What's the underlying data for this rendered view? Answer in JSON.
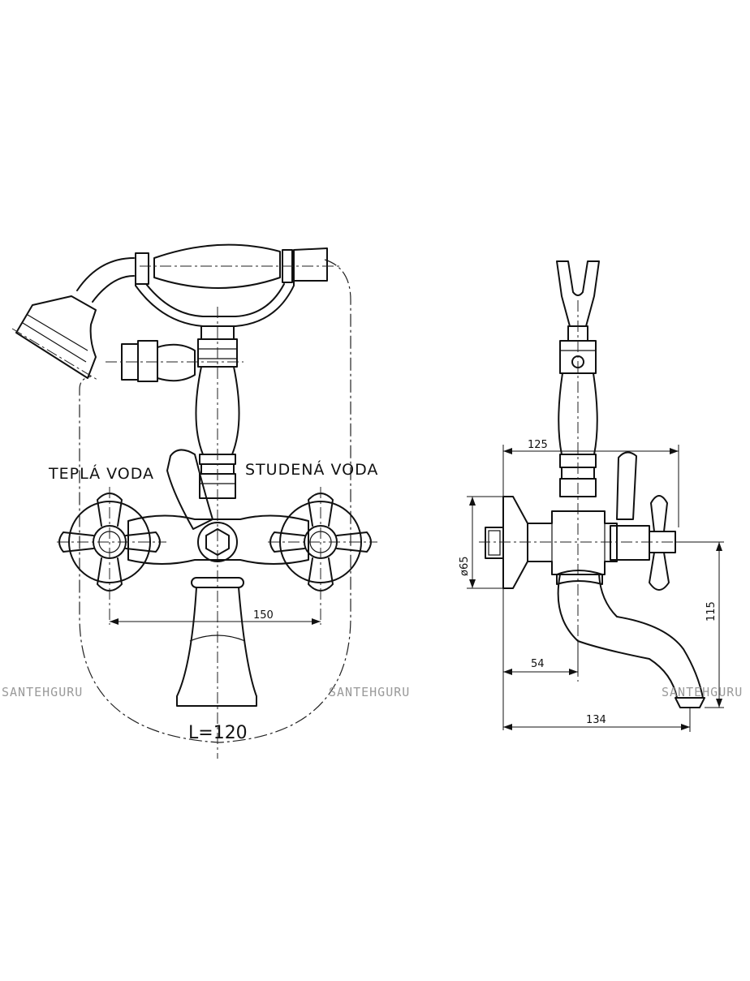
{
  "labels": {
    "hot_water": "TEPLÁ VODA",
    "cold_water": "STUDENÁ VODA",
    "length": "L=120"
  },
  "dimensions": {
    "handle_spacing": "150",
    "depth_125": "125",
    "diameter_65": "ø65",
    "height_115": "115",
    "depth_54": "54",
    "total_134": "134"
  },
  "watermarks": [
    "SANTEHGURU",
    "SANTEHGURU",
    "SANTEHGURU"
  ]
}
